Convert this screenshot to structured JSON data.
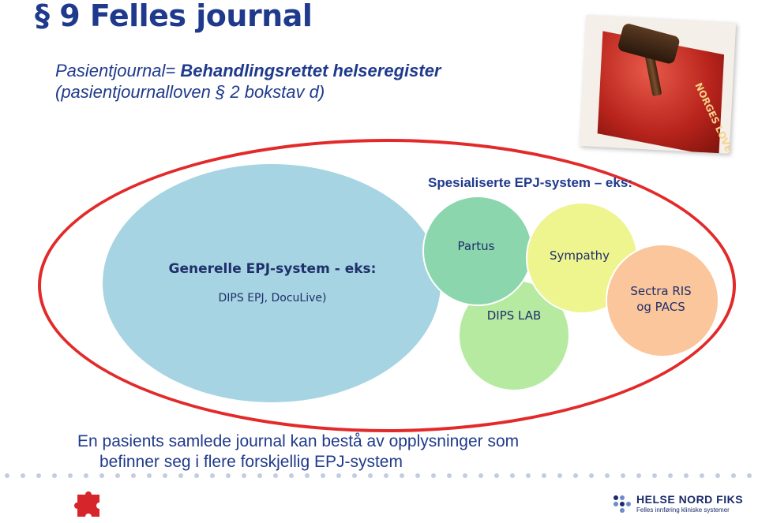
{
  "title": "§ 9 Felles journal",
  "subtitle": {
    "prefix": "Pasientjournal= ",
    "bold": "Behandlingsrettet helseregister",
    "line2": "(pasientjournalloven § 2 bokstav d)"
  },
  "photo": {
    "book_text": "NORGES LOVER"
  },
  "diagram": {
    "specialised_label": "Spesialiserte EPJ-system – eks:",
    "general_label": "Generelle EPJ-system - eks:",
    "general_examples": "DIPS EPJ, DocuLive)",
    "circles": [
      {
        "label": "Partus",
        "color": "#8cd6ad"
      },
      {
        "label": "DIPS LAB",
        "color": "#b6eaa1"
      },
      {
        "label": "Sympathy",
        "color": "#eef48e"
      },
      {
        "label_line1": "Sectra RIS",
        "label_line2": "og PACS",
        "color": "#fbc69c"
      }
    ],
    "general_color": "#a6d4e2",
    "ellipse_color": "#e32a2a"
  },
  "bottom_text": {
    "line1": "En pasients samlede journal kan bestå av opplysninger som",
    "line2": "befinner seg i flere forskjellig EPJ-system"
  },
  "footer": {
    "puzzle_icon": "puzzle-icon",
    "logo_title": "HELSE NORD FIKS",
    "logo_subtitle": "Felles innføring kliniske systemer"
  },
  "colors": {
    "title": "#1f3a8c",
    "accent_red": "#d7262b"
  }
}
